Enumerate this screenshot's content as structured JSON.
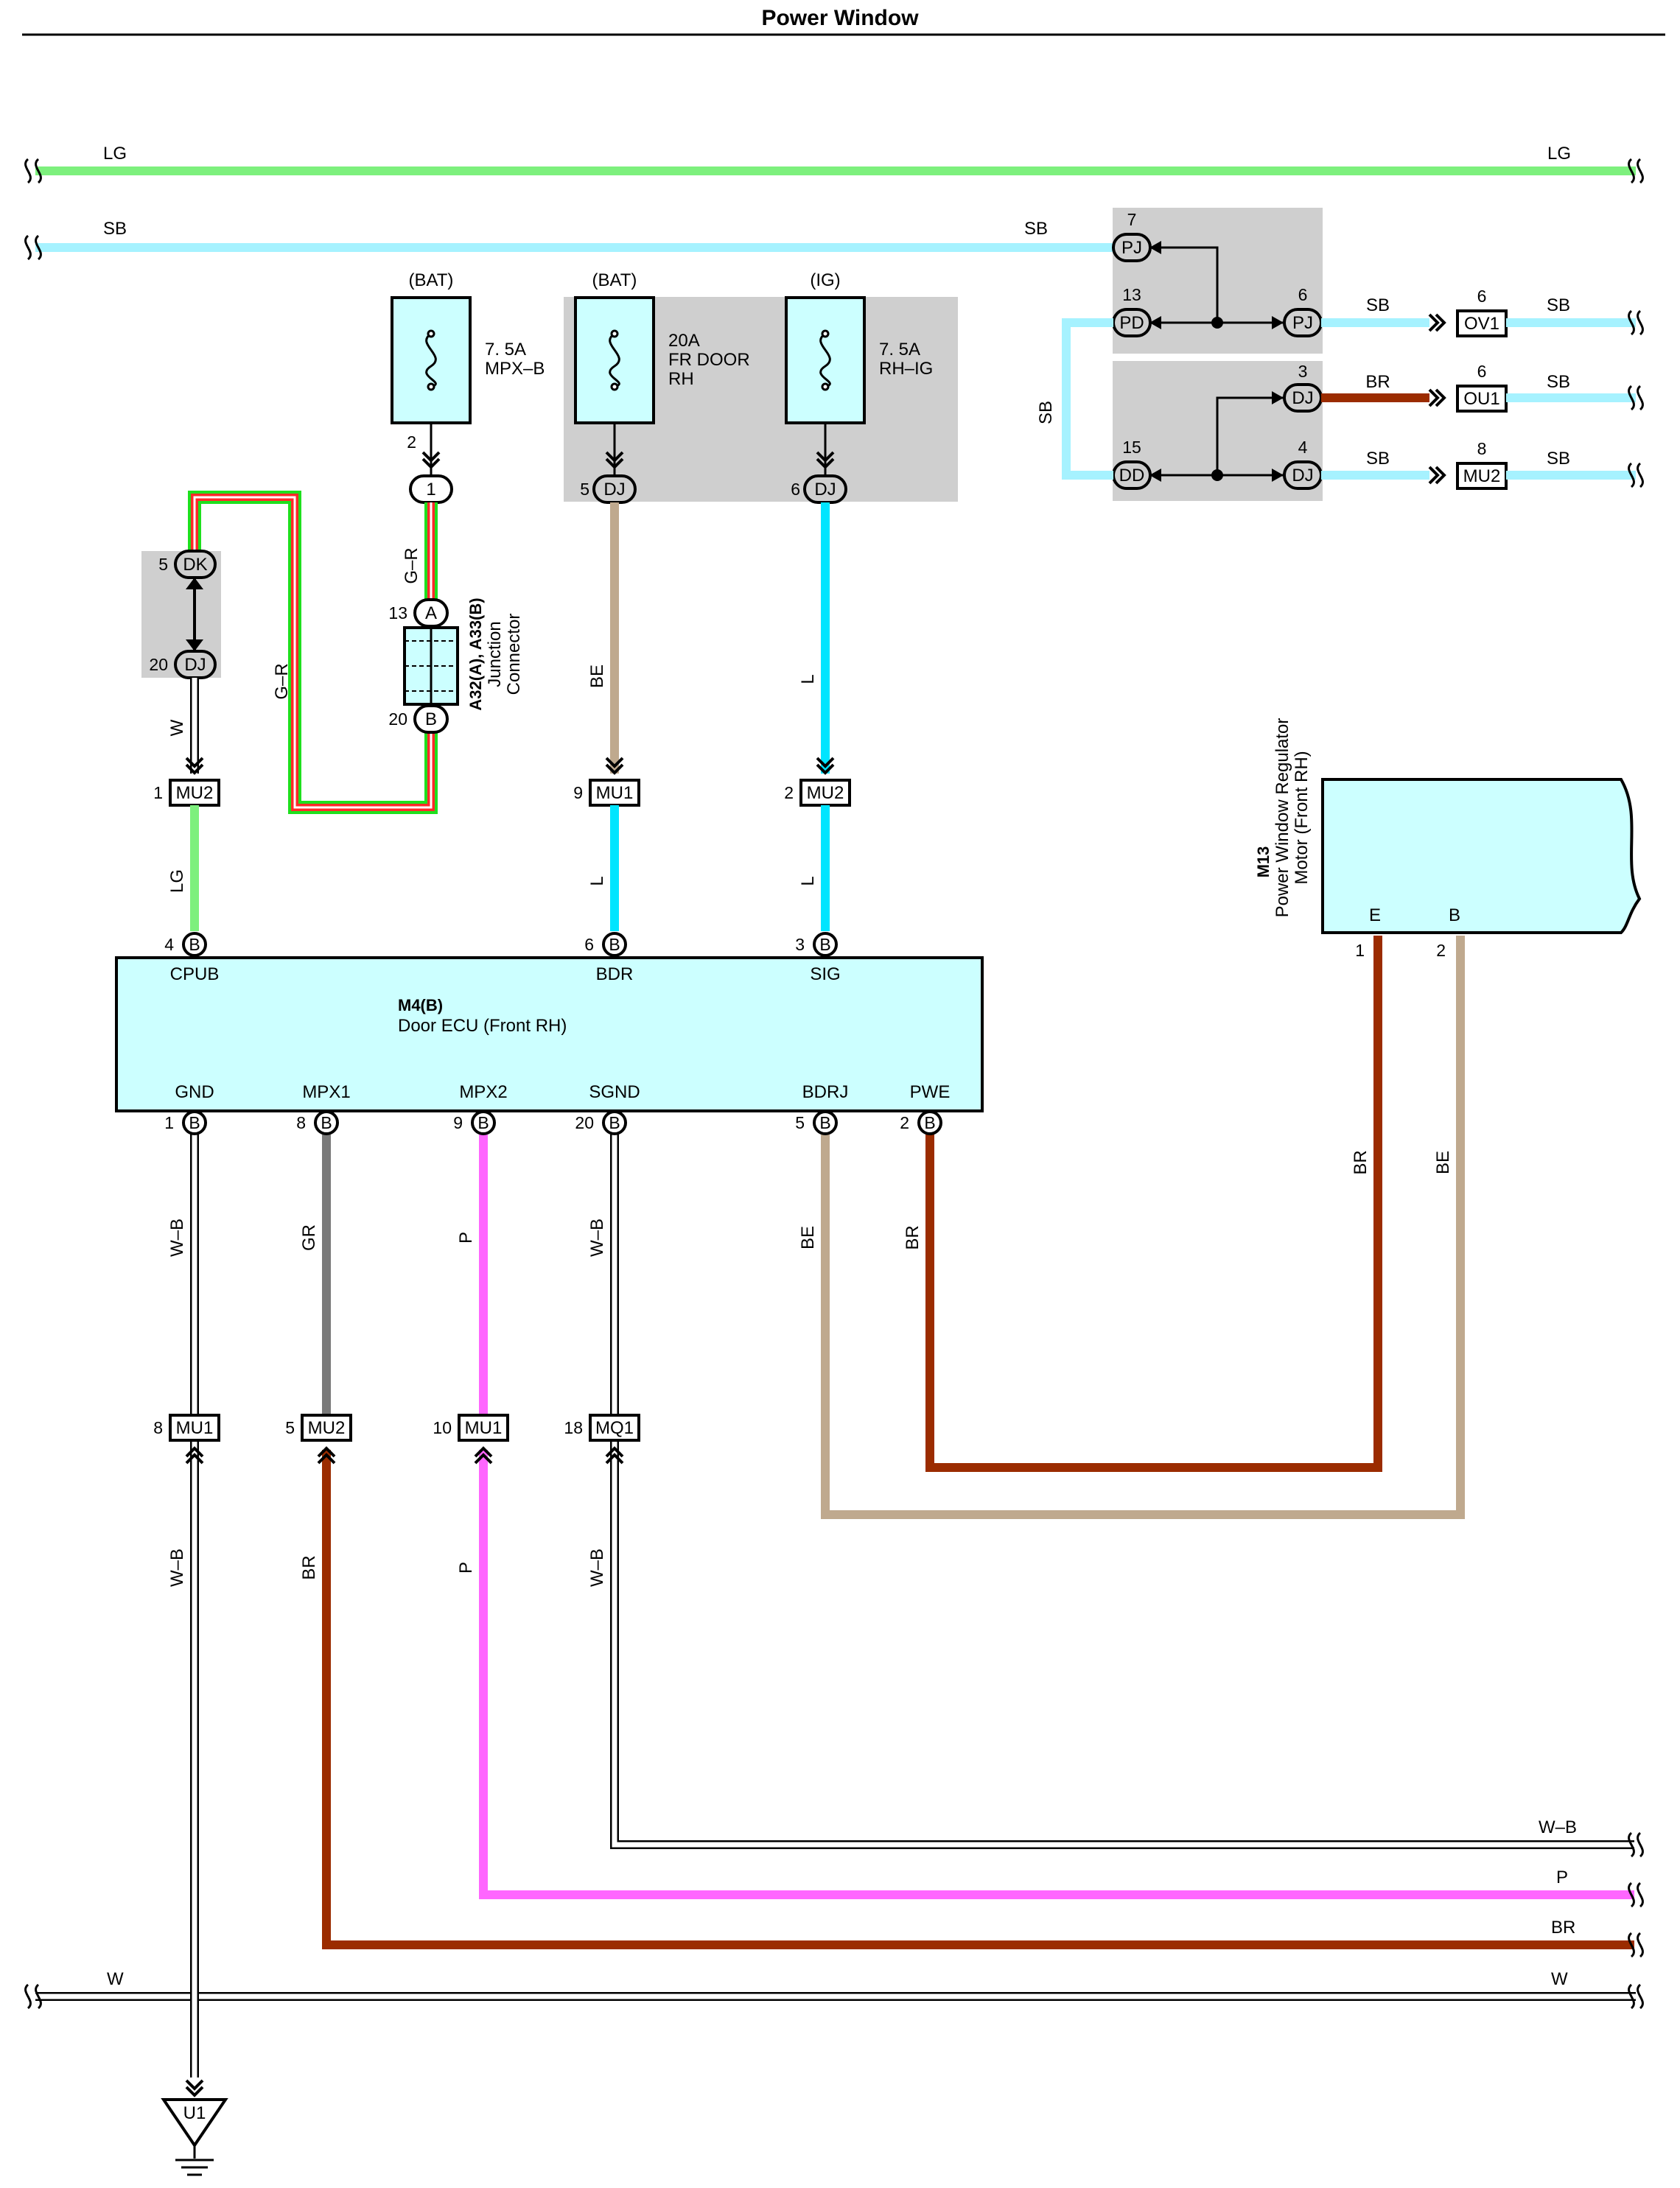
{
  "title": "Power Window",
  "colors": {
    "LG": "#7df07d",
    "SB": "#a6f2ff",
    "BE": "#bfa98e",
    "L": "#00e5ff",
    "BR": "#9b2c00",
    "GR": "#7a7a7a",
    "P": "#ff66ff",
    "W": "#ffffff",
    "component_fill": "#ccffff",
    "shade": "#cfcfcf"
  },
  "buses": {
    "lg": "LG",
    "sb": "SB",
    "w": "W",
    "wb": "W–B",
    "p": "P",
    "br": "BR"
  },
  "fuses": {
    "mpxb": {
      "source": "(BAT)",
      "rating": "7. 5A",
      "name": "MPX–B",
      "pin": "2",
      "conn": "1"
    },
    "frdoor": {
      "source": "(BAT)",
      "rating": "20A",
      "name1": "FR DOOR",
      "name2": "RH",
      "pin": "5",
      "conn": "DJ"
    },
    "rhig": {
      "source": "(IG)",
      "rating": "7. 5A",
      "name": "RH–IG",
      "pin": "6",
      "conn": "DJ"
    }
  },
  "junction_connector": {
    "id": "A32(A), A33(B)",
    "name1": "Junction",
    "name2": "Connector",
    "pin_a": "13",
    "conn_a": "A",
    "pin_b": "20",
    "conn_b": "B"
  },
  "dk_block": {
    "dk_pin": "5",
    "dk": "DK",
    "dj_pin": "20",
    "dj": "DJ"
  },
  "top_right": {
    "pj_top_pin": "7",
    "pj": "PJ",
    "pd_pin": "13",
    "pd": "PD",
    "pj2_pin": "6",
    "dj_top_pin": "3",
    "dj": "DJ",
    "dd_pin": "15",
    "dd": "DD",
    "dj2_pin": "4",
    "ov1_pin": "6",
    "ov1": "OV1",
    "ou1_pin": "6",
    "ou1": "OU1",
    "mu2_pin": "8",
    "mu2": "MU2"
  },
  "ecu": {
    "id": "M4(B)",
    "name": "Door ECU (Front RH)",
    "top_pins": [
      {
        "num": "4",
        "conn": "B",
        "name": "CPUB"
      },
      {
        "num": "6",
        "conn": "B",
        "name": "BDR"
      },
      {
        "num": "3",
        "conn": "B",
        "name": "SIG"
      }
    ],
    "bottom_pins": [
      {
        "num": "1",
        "conn": "B",
        "name": "GND"
      },
      {
        "num": "8",
        "conn": "B",
        "name": "MPX1"
      },
      {
        "num": "9",
        "conn": "B",
        "name": "MPX2"
      },
      {
        "num": "20",
        "conn": "B",
        "name": "SGND"
      },
      {
        "num": "5",
        "conn": "B",
        "name": "BDRJ"
      },
      {
        "num": "2",
        "conn": "B",
        "name": "PWE"
      }
    ]
  },
  "motor": {
    "id": "M13",
    "name1": "Power Window Regulator",
    "name2": "Motor (Front RH)",
    "pin_e": "E",
    "pin_b": "B",
    "num1": "1",
    "num2": "2"
  },
  "upper_connectors": [
    {
      "pin": "1",
      "name": "MU2"
    },
    {
      "pin": "9",
      "name": "MU1"
    },
    {
      "pin": "2",
      "name": "MU2"
    }
  ],
  "lower_connectors": [
    {
      "pin": "8",
      "name": "MU1"
    },
    {
      "pin": "5",
      "name": "MU2"
    },
    {
      "pin": "10",
      "name": "MU1"
    },
    {
      "pin": "18",
      "name": "MQ1"
    }
  ],
  "wire_labels": {
    "w": "W",
    "lg": "LG",
    "gr_vert": "G–R",
    "gr_top": "G–R",
    "be": "BE",
    "l": "L",
    "wb": "W–B",
    "gr": "GR",
    "p": "P",
    "br": "BR",
    "sb": "SB"
  },
  "ground": "U1"
}
